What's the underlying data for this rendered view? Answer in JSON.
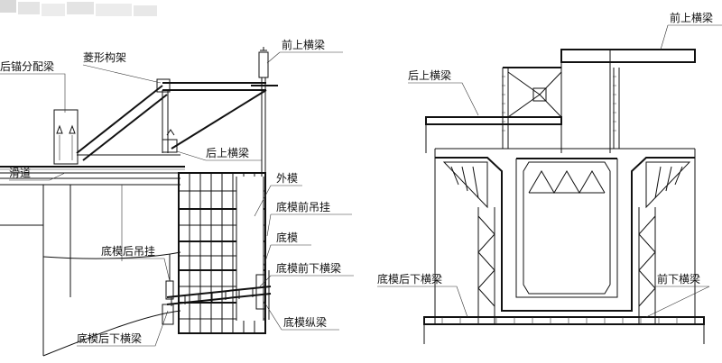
{
  "left_view": {
    "labels": {
      "rear_anchor_beam": "后锚分配梁",
      "diamond_truss": "菱形构架",
      "front_upper_beam": "前上横梁",
      "rear_upper_beam": "后上横梁",
      "slide_rail": "滑道",
      "outer_form": "外模",
      "bottom_form_front_hanger": "底模前吊挂",
      "bottom_form": "底模",
      "bottom_form_rear_hanger": "底模后吊挂",
      "bottom_form_front_lower_beam": "底模前下横梁",
      "bottom_form_rear_lower_beam": "底模后下横梁",
      "bottom_form_longitudinal_beam": "底模纵梁"
    }
  },
  "right_view": {
    "labels": {
      "front_upper_beam": "前上横梁",
      "rear_upper_beam": "后上横梁",
      "bottom_form_rear_lower_beam": "底模后下横梁",
      "front_lower_beam": "前下横梁"
    }
  }
}
